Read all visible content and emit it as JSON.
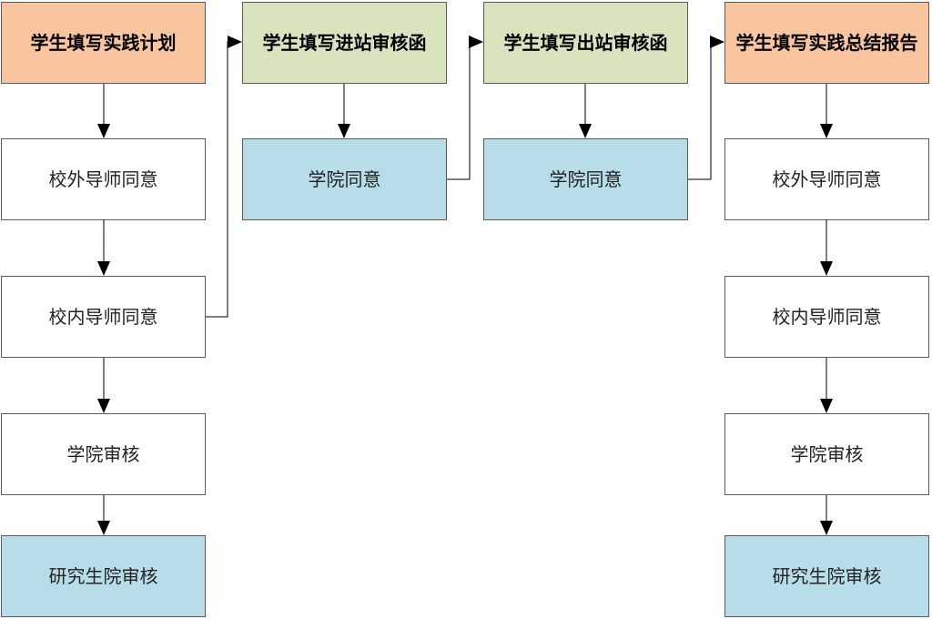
{
  "column1": {
    "header": "学生填写实践计划",
    "steps": [
      "校外导师同意",
      "校内导师同意",
      "学院审核",
      "研究生院审核"
    ]
  },
  "column2": {
    "header": "学生填写进站审核函",
    "steps": [
      "学院同意"
    ]
  },
  "column3": {
    "header": "学生填写出站审核函",
    "steps": [
      "学院同意"
    ]
  },
  "column4": {
    "header": "学生填写实践总结报告",
    "steps": [
      "校外导师同意",
      "校内导师同意",
      "学院审核",
      "研究生院审核"
    ]
  },
  "colors": {
    "header_orange": "#f9c59f",
    "header_green": "#d7e4bd",
    "box_blue": "#b7dde8",
    "line": "#000000"
  }
}
